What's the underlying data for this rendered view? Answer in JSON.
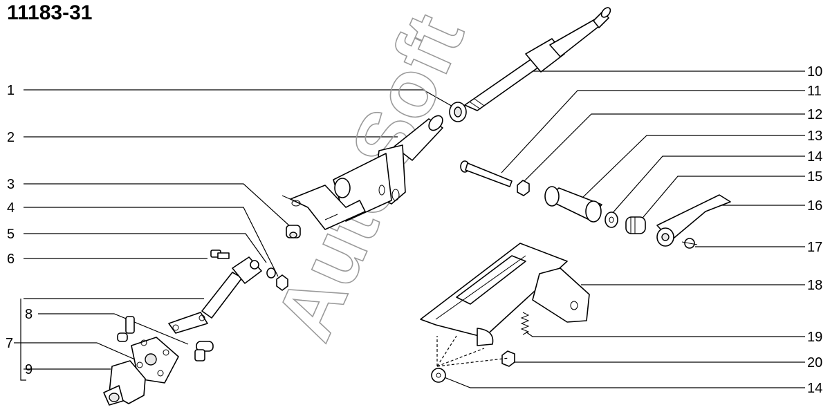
{
  "title": "11183-31",
  "watermark": "AutoSoft",
  "callouts": [
    {
      "id": "c1",
      "label": "1"
    },
    {
      "id": "c2",
      "label": "2"
    },
    {
      "id": "c3",
      "label": "3"
    },
    {
      "id": "c4",
      "label": "4"
    },
    {
      "id": "c5",
      "label": "5"
    },
    {
      "id": "c6",
      "label": "6"
    },
    {
      "id": "c7",
      "label": "7"
    },
    {
      "id": "c8",
      "label": "8"
    },
    {
      "id": "c9",
      "label": "9"
    },
    {
      "id": "c10",
      "label": "10"
    },
    {
      "id": "c11",
      "label": "11"
    },
    {
      "id": "c12",
      "label": "12"
    },
    {
      "id": "c13",
      "label": "13"
    },
    {
      "id": "c14a",
      "label": "14"
    },
    {
      "id": "c15",
      "label": "15"
    },
    {
      "id": "c16",
      "label": "16"
    },
    {
      "id": "c17",
      "label": "17"
    },
    {
      "id": "c18",
      "label": "18"
    },
    {
      "id": "c19",
      "label": "19"
    },
    {
      "id": "c20",
      "label": "20"
    },
    {
      "id": "c14b",
      "label": "14"
    }
  ]
}
